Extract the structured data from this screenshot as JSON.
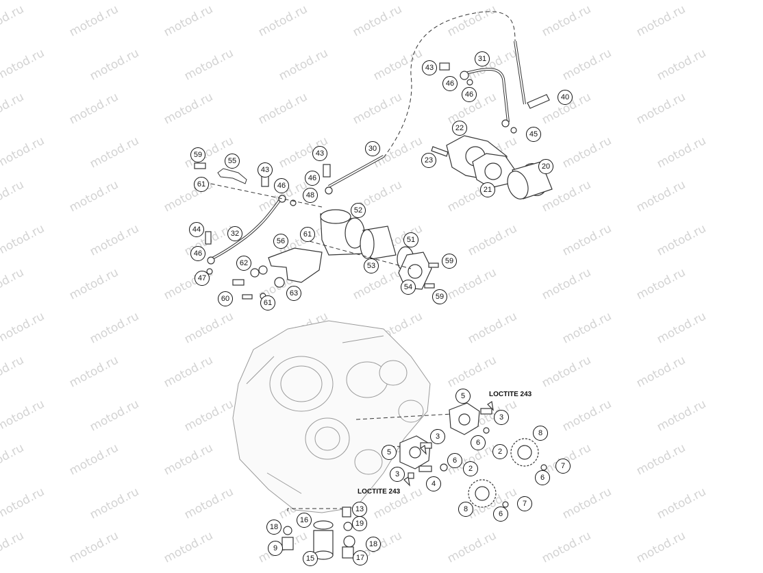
{
  "watermark_text": "motod.ru",
  "callouts": {
    "c20": "20",
    "c21": "21",
    "c22": "22",
    "c23": "23",
    "c30": "30",
    "c31": "31",
    "c32": "32",
    "c40": "40",
    "c43a": "43",
    "c43b": "43",
    "c43c": "43",
    "c44": "44",
    "c45": "45",
    "c46a": "46",
    "c46b": "46",
    "c46c": "46",
    "c46d": "46",
    "c46e": "46",
    "c47": "47",
    "c48": "48",
    "c51": "51",
    "c52": "52",
    "c53": "53",
    "c54": "54",
    "c55": "55",
    "c56": "56",
    "c59a": "59",
    "c59b": "59",
    "c59c": "59",
    "c60": "60",
    "c61a": "61",
    "c61b": "61",
    "c61c": "61",
    "c62": "62",
    "c63": "63",
    "c5a": "5",
    "c5b": "5",
    "c3a": "3",
    "c3b": "3",
    "c3c": "3",
    "c2a": "2",
    "c2b": "2",
    "c4": "4",
    "c6a": "6",
    "c6b": "6",
    "c6c": "6",
    "c6d": "6",
    "c7a": "7",
    "c7b": "7",
    "c8a": "8",
    "c8b": "8",
    "c9": "9",
    "c13": "13",
    "c15": "15",
    "c16": "16",
    "c17": "17",
    "c18a": "18",
    "c18b": "18",
    "c19": "19"
  },
  "notes": {
    "loctite_top": "LOCTITE 243",
    "loctite_bottom": "LOCTITE 243"
  },
  "colors": {
    "line": "#333333",
    "watermark": "#d3d3d3"
  }
}
